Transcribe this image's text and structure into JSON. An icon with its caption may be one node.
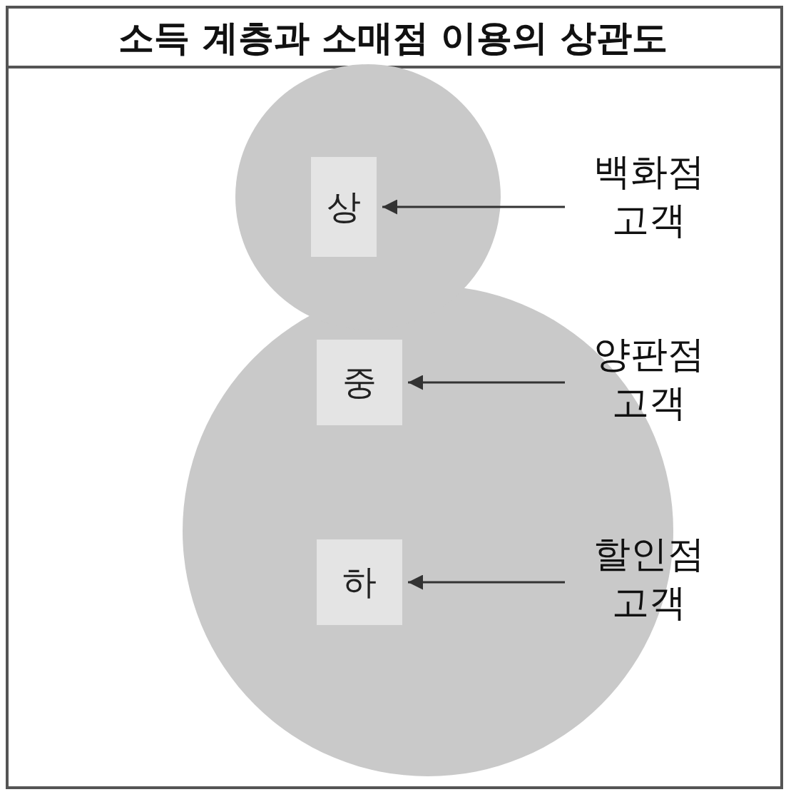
{
  "diagram": {
    "title": "소득 계층과 소매점 이용의 상관도",
    "nodes": [
      {
        "text": [],
        "shape": "circle"
      },
      {
        "text": [],
        "shape": "circle"
      },
      {
        "text": [
          "상"
        ],
        "in": 0
      },
      {
        "text": [
          "중"
        ],
        "in": 1
      },
      {
        "text": [
          "하"
        ],
        "in": 1
      },
      {
        "text": [
          "백화점 고객"
        ]
      },
      {
        "text": [
          "양판점 고객"
        ]
      },
      {
        "text": [
          "할인점 고객"
        ]
      }
    ],
    "edges": [
      {
        "from": 5,
        "to": 2,
        "arrow": "to"
      },
      {
        "from": 6,
        "to": 3,
        "arrow": "to"
      },
      {
        "from": 7,
        "to": 4,
        "arrow": "to"
      }
    ]
  }
}
